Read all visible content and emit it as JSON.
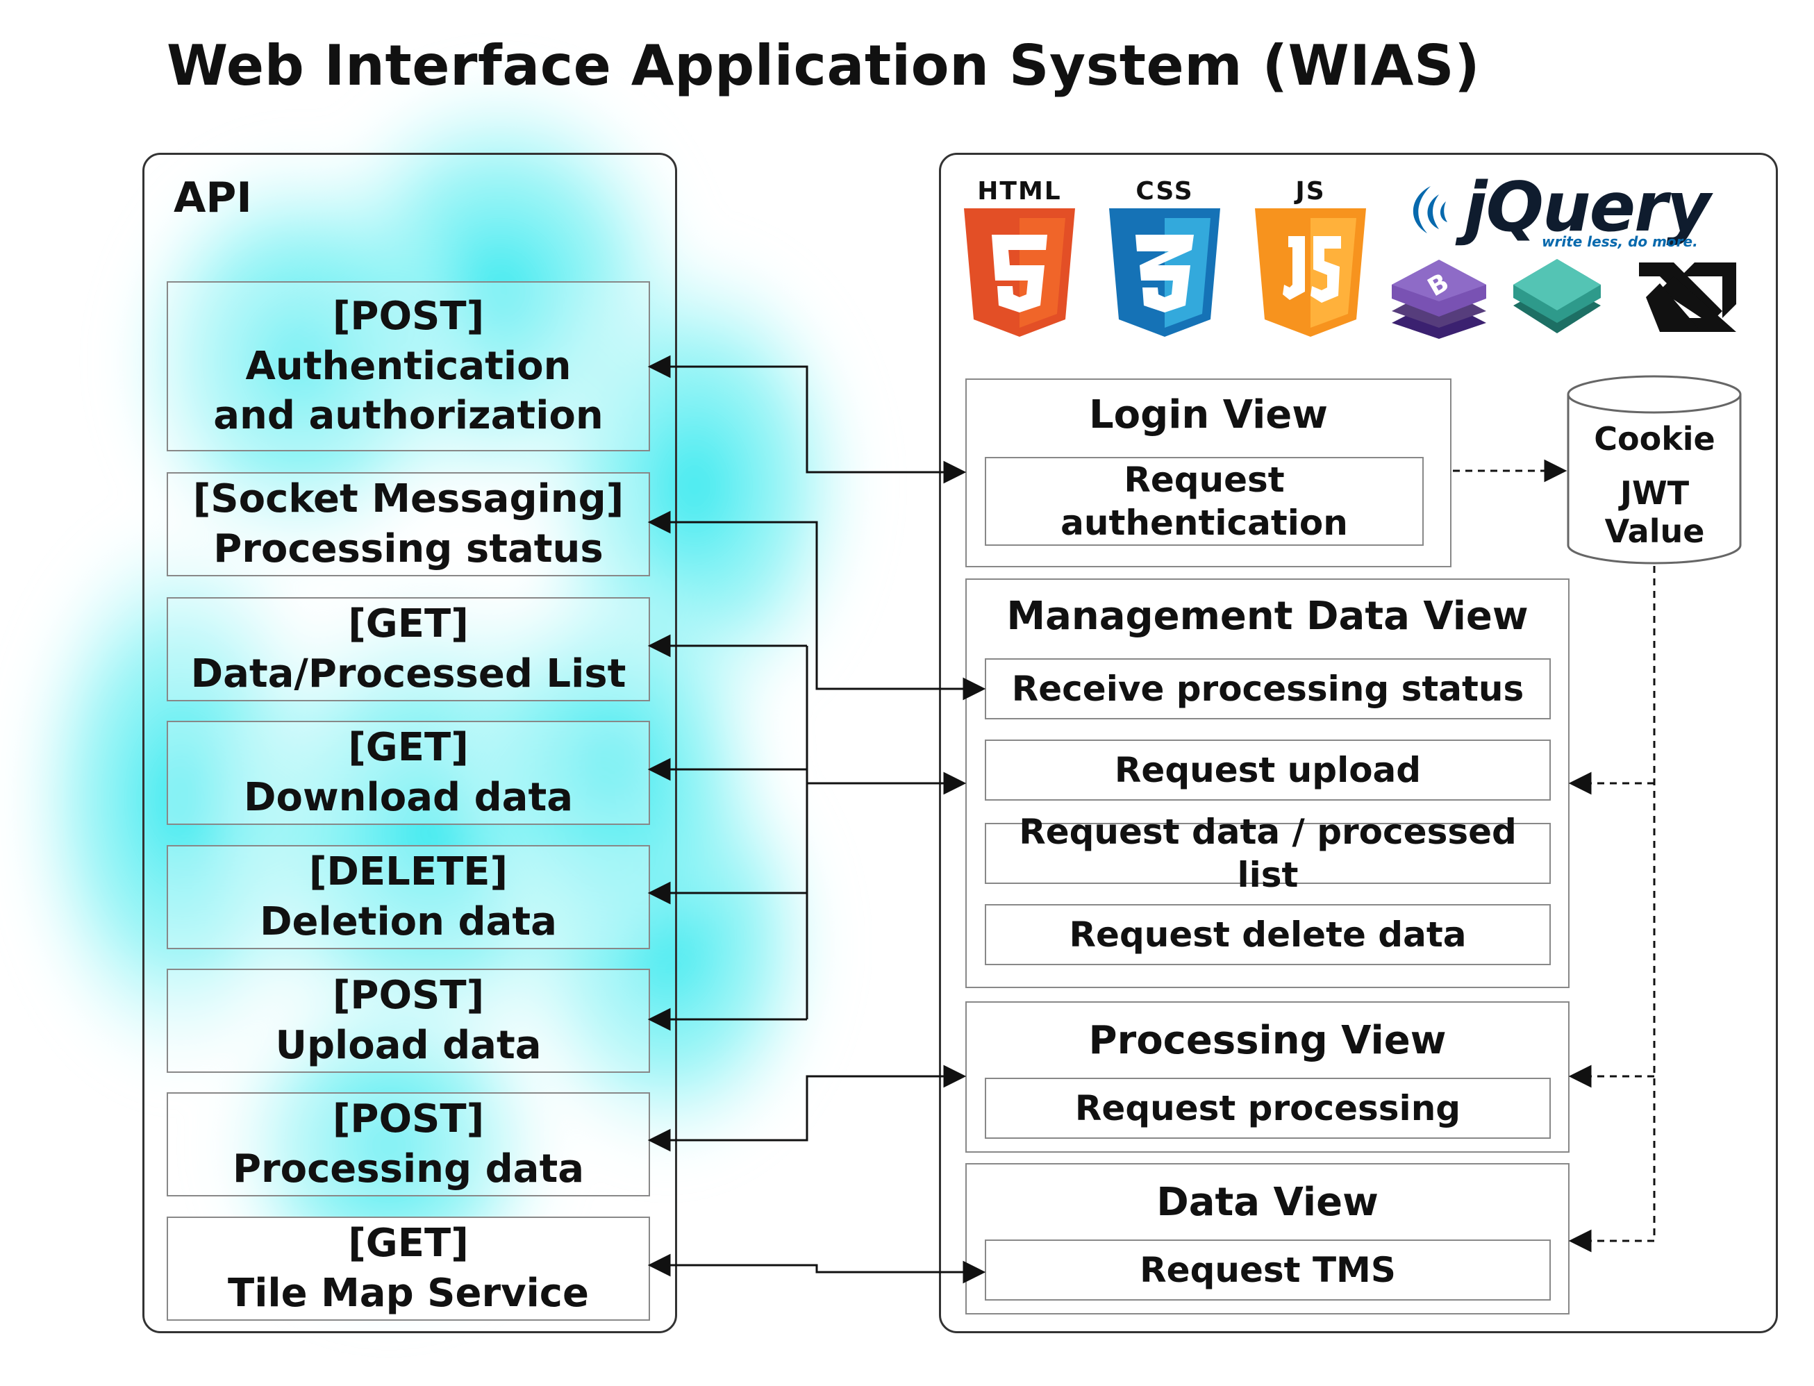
{
  "title": "Web Interface Application System (WIAS)",
  "api": {
    "label": "API",
    "endpoints": [
      {
        "method": "[POST]",
        "name": "Authentication and authorization"
      },
      {
        "method": "[Socket Messaging]",
        "name": "Processing status"
      },
      {
        "method": "[GET]",
        "name": "Data/Processed List"
      },
      {
        "method": "[GET]",
        "name": "Download data"
      },
      {
        "method": "[DELETE]",
        "name": "Deletion data"
      },
      {
        "method": "[POST]",
        "name": "Upload data"
      },
      {
        "method": "[POST]",
        "name": "Processing data"
      },
      {
        "method": "[GET]",
        "name": "Tile Map Service"
      }
    ]
  },
  "tech": {
    "html_label": "HTML",
    "css_label": "CSS",
    "js_label": "JS",
    "jquery_name": "jQuery",
    "jquery_tagline": "write less, do more.",
    "icons": [
      "html5-logo",
      "css3-logo",
      "javascript-logo",
      "jquery-logo",
      "bootstrap-logo",
      "material-layer-logo",
      "websocket-logo"
    ],
    "colors": {
      "html": "#e34f26",
      "css": "#1572b6",
      "js": "#f7931e",
      "bootstrap": "#7952b3",
      "teal": "#3fb5a5",
      "jquery": "#0769ad"
    }
  },
  "views": {
    "login": {
      "title": "Login View",
      "items": [
        "Request authentication"
      ]
    },
    "management": {
      "title": "Management Data View",
      "items": [
        "Receive processing status",
        "Request upload",
        "Request data / processed list",
        "Request delete data"
      ]
    },
    "processing": {
      "title": "Processing View",
      "items": [
        "Request processing"
      ]
    },
    "data": {
      "title": "Data View",
      "items": [
        "Request TMS"
      ]
    }
  },
  "storage": {
    "lines": [
      "Cookie",
      "JWT",
      "Value"
    ]
  }
}
